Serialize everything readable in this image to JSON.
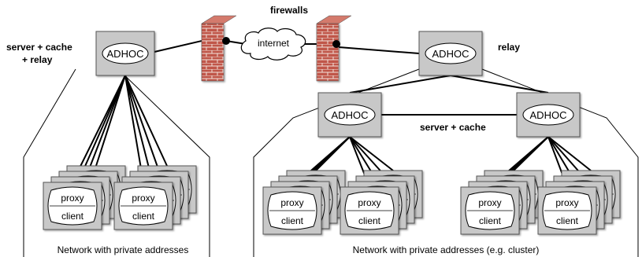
{
  "labels": {
    "firewalls": "firewalls",
    "internet": "internet",
    "relay": "relay",
    "server_cache_relay_line1": "server + cache",
    "server_cache_relay_line2": "+ relay",
    "server_cache": "server + cache",
    "adhoc": "ADHOC",
    "proxy": "proxy",
    "client": "client",
    "network_left": "Network with private addresses",
    "network_right": "Network with private addresses (e.g. cluster)"
  },
  "colors": {
    "box_fill": "#c8c8c8",
    "box_stroke": "#555555",
    "brick": "#c0574a",
    "brick_dark": "#8c3a30",
    "mortar": "#f2e2dc",
    "line": "#000000"
  },
  "icons": {
    "firewall": "firewall-icon",
    "cloud": "cloud-icon",
    "node": "server-box-icon"
  }
}
